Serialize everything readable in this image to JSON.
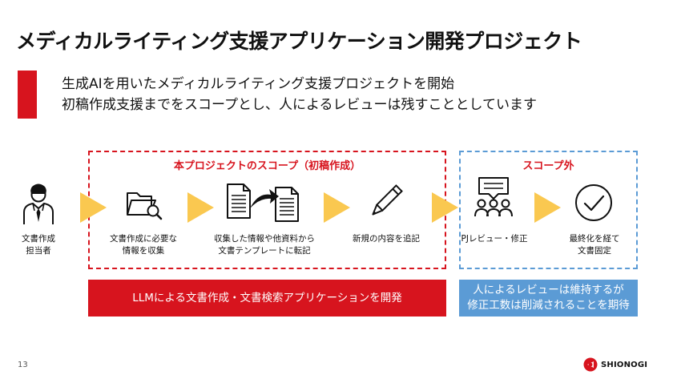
{
  "title": "メディカルライティング支援アプリケーション開発プロジェクト",
  "summary": {
    "line1": "生成AIを用いたメディカルライティング支援プロジェクトを開始",
    "line2": "初稿作成支援までをスコープとし、人によるレビューは残すこととしています"
  },
  "scope_in_label": "本プロジェクトのスコープ（初稿作成）",
  "scope_out_label": "スコープ外",
  "actor": {
    "line1": "文書作成",
    "line2": "担当者",
    "icon": "person-icon"
  },
  "steps": [
    {
      "line1": "文書作成に必要な",
      "line2": "情報を収集",
      "icon": "folder-search-icon"
    },
    {
      "line1": "収集した情報や他資料から",
      "line2": "文書テンプレートに転記",
      "icon": "document-transfer-icon"
    },
    {
      "line1": "新規の内容を追記",
      "line2": "",
      "icon": "pencil-icon"
    },
    {
      "line1": "PJレビュー・修正",
      "line2": "",
      "icon": "group-review-icon"
    },
    {
      "line1": "最終化を経て",
      "line2": "文書固定",
      "icon": "check-circle-icon"
    }
  ],
  "band_in": "LLMによる文書作成・文書検索アプリケーションを開発",
  "band_out": {
    "line1": "人によるレビューは維持するが",
    "line2": "修正工数は削減されることを期待"
  },
  "page_number": "13",
  "logo_text": "SHIONOGI",
  "colors": {
    "red": "#d7141e",
    "blue": "#5b9bd5",
    "arrow": "#fac850"
  }
}
